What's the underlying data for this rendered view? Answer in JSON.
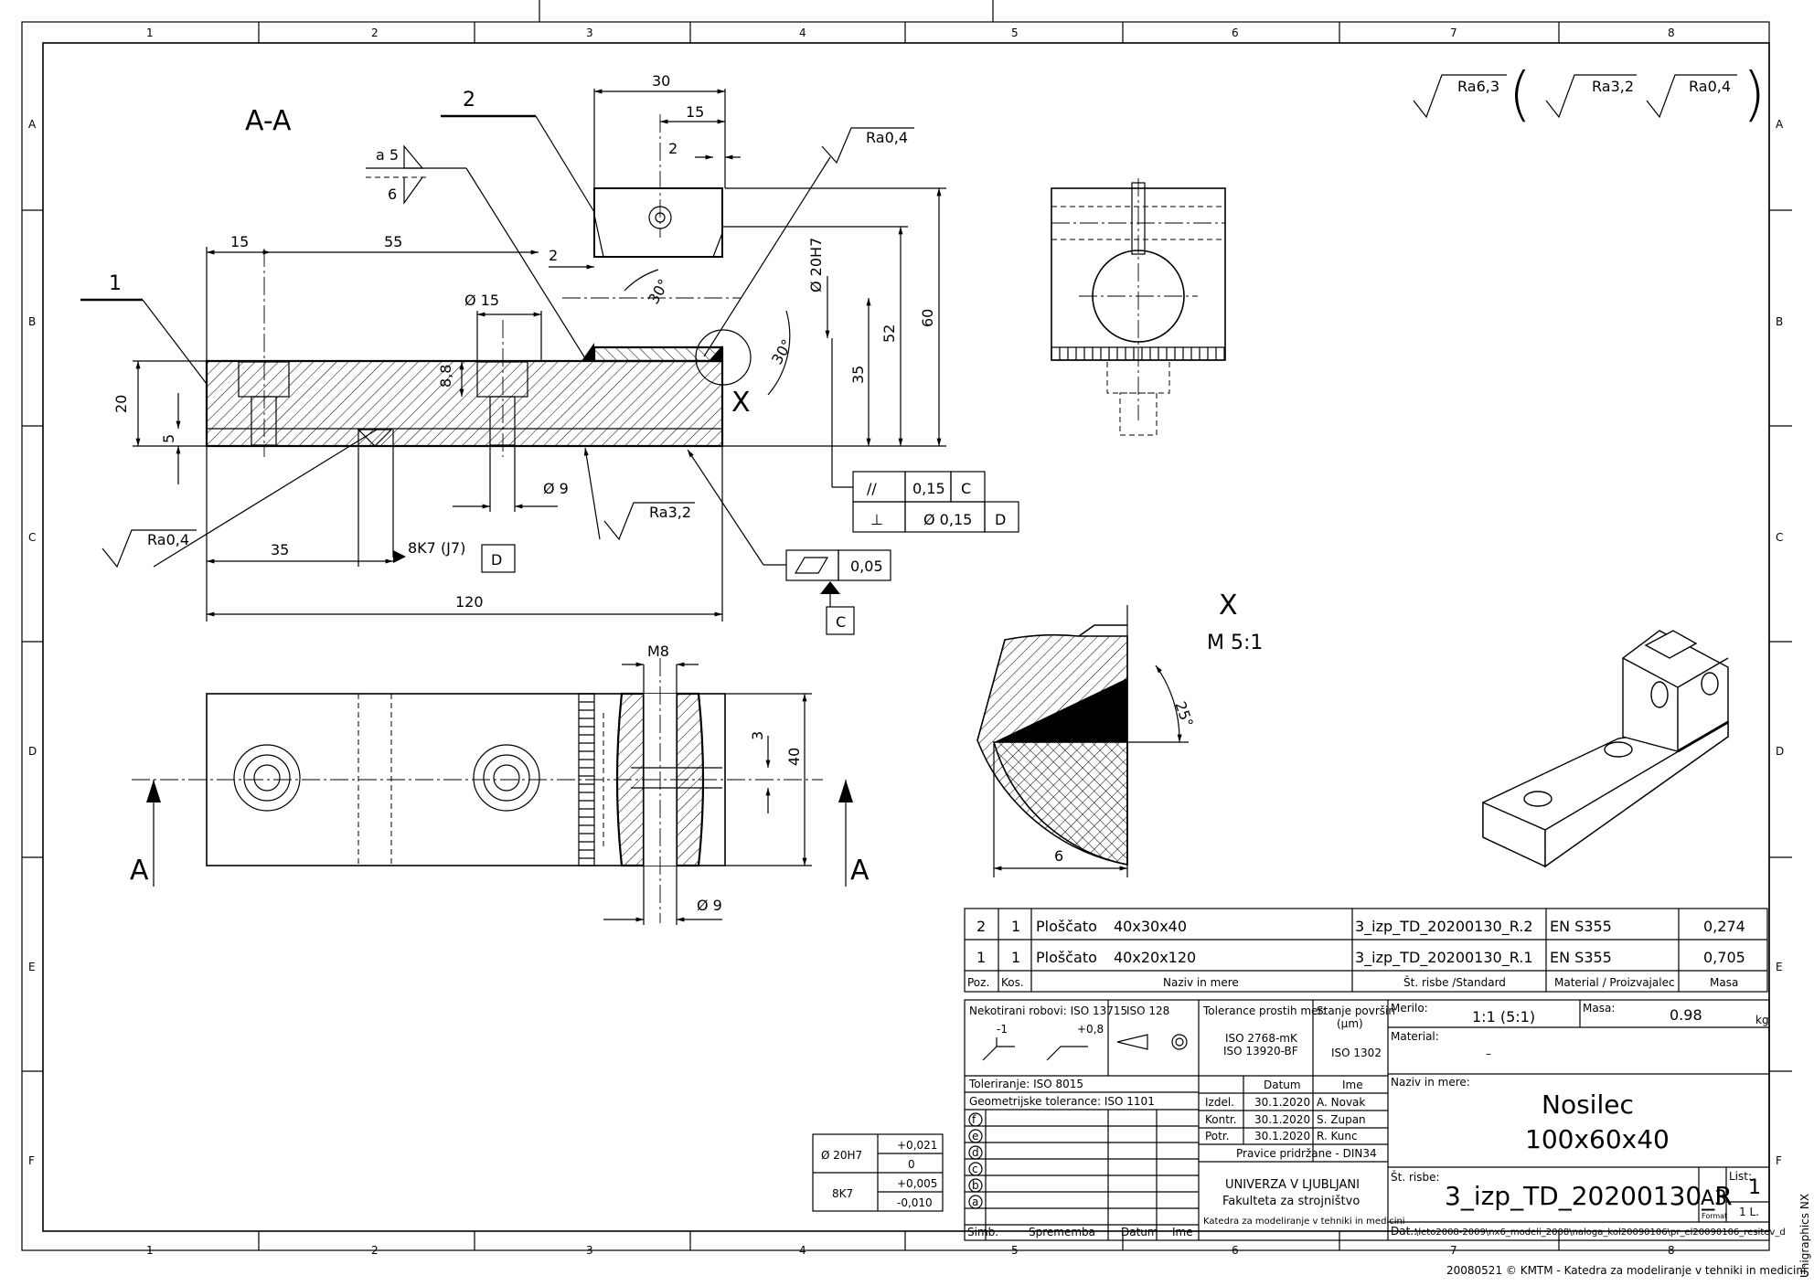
{
  "frame": {
    "columns": [
      "1",
      "2",
      "3",
      "4",
      "5",
      "6",
      "7",
      "8"
    ],
    "rows": [
      "A",
      "B",
      "C",
      "D",
      "E",
      "F"
    ],
    "footer_note": "20080521 © KMTM - Katedra za modeliranje v tehniki in medicini, FS, UL",
    "side_note": "Unigraphics NX"
  },
  "section_view": {
    "title": "A-A",
    "part_label_1": "1",
    "part_label_2": "2",
    "weld_a": "a 5",
    "weld_6": "6",
    "dims": {
      "d30": "30",
      "d15_top": "15",
      "d2_top": "2",
      "d2_left": "2",
      "d15_left": "15",
      "d55": "55",
      "phi15": "Ø 15",
      "d88": "8,8",
      "d20": "20",
      "d5": "5",
      "phi20h7": "Ø 20H7",
      "d35_v": "35",
      "d52": "52",
      "d60": "60",
      "a30_1": "30°",
      "a30_2": "30°",
      "d35_h": "35",
      "d120": "120",
      "phi9": "Ø 9",
      "fit_8k7": "8K7 (J7)",
      "datum_d": "D",
      "datum_c": "C",
      "detail_x": "X"
    },
    "roughness": {
      "ra04_top": "Ra0,4",
      "ra04_left": "Ra0,4",
      "ra32": "Ra3,2"
    },
    "tolerances": {
      "parallel_val": "0,15",
      "parallel_datum": "C",
      "parallel_sym": "//",
      "perp_val": "Ø 0,15",
      "perp_datum": "D",
      "perp_sym": "⊥",
      "flat_val": "0,05"
    }
  },
  "general_roughness": {
    "main": "Ra6,3",
    "r1": "Ra3,2",
    "r2": "Ra0,4"
  },
  "top_view": {
    "m8": "M8",
    "d3": "3",
    "d40": "40",
    "phi9": "Ø 9",
    "sec_a_left": "A",
    "sec_a_right": "A"
  },
  "detail_view": {
    "title": "X",
    "scale": "M 5:1",
    "angle": "25°",
    "dim6": "6"
  },
  "fit_table": [
    {
      "fit": "Ø 20H7",
      "upper": "+0,021",
      "lower": "0"
    },
    {
      "fit": "8K7",
      "upper": "+0,005",
      "lower": "-0,010"
    }
  ],
  "bom": {
    "rows": [
      {
        "pos": "2",
        "qty": "1",
        "name": "Ploščato",
        "size": "40x30x40",
        "drawing": "3_izp_TD_20200130_R.2",
        "material": "EN S355",
        "mass": "0,274"
      },
      {
        "pos": "1",
        "qty": "1",
        "name": "Ploščato",
        "size": "40x20x120",
        "drawing": "3_izp_TD_20200130_R.1",
        "material": "EN S355",
        "mass": "0,705"
      }
    ],
    "headers": {
      "pos": "Poz.",
      "qty": "Kos.",
      "name": "Naziv in mere",
      "drawing": "Št. risbe /Standard",
      "material": "Material / Proizvajalec",
      "mass": "Masa"
    }
  },
  "title_block": {
    "edges": "Nekotirani robovi: ISO 13715",
    "edge_minus": "-1",
    "edge_plus": "+0,8",
    "iso128": "ISO 128",
    "tol_free": "Tolerance prostih mer:",
    "tol_std1": "ISO 2768-mK",
    "tol_std2": "ISO 13920-BF",
    "surface": "Stanje površin",
    "surface_unit": "(µm)",
    "surface_std": "ISO 1302",
    "scale_lbl": "Merilo:",
    "scale_val": "1:1 (5:1)",
    "mass_lbl": "Masa:",
    "mass_val": "0.98",
    "mass_unit": "kg",
    "material_lbl": "Material:",
    "material_val": "–",
    "tolerancing": "Toleriranje: ISO 8015",
    "geom_tol": "Geometrijske tolerance: ISO 1101",
    "col_datum": "Datum",
    "col_name": "Ime",
    "rows": [
      {
        "role": "Izdel.",
        "date": "30.1.2020",
        "name": "A. Novak"
      },
      {
        "role": "Kontr.",
        "date": "30.1.2020",
        "name": "S. Zupan"
      },
      {
        "role": "Potr.",
        "date": "30.1.2020",
        "name": "R. Kunc"
      }
    ],
    "rules": "Pravice pridržane - DIN34",
    "uni1": "UNIVERZA V LJUBLJANI",
    "uni2": "Fakulteta za strojništvo",
    "uni3": "Katedra za modeliranje v tehniki in medicini",
    "rev_marks": [
      "f",
      "e",
      "d",
      "c",
      "b",
      "a"
    ],
    "rev_simb": "Simb.",
    "rev_change": "Sprememba",
    "rev_date": "Datum",
    "rev_name": "Ime",
    "naziv_lbl": "Naziv in mere:",
    "naziv1": "Nosilec",
    "naziv2": "100x60x40",
    "st_risbe_lbl": "Št. risbe:",
    "st_risbe": "3_izp_TD_20200130_R",
    "format": "A3",
    "format_lbl": "Format",
    "list_lbl": "List:",
    "list_val": "1",
    "list_total": "1  L.",
    "dat_lbl": "Dat.:",
    "dat_path": "\\leto2008-2009\\nx6_modeli_2008\\naloga_kol20090106\\pr_el20090106_resitev_d"
  }
}
